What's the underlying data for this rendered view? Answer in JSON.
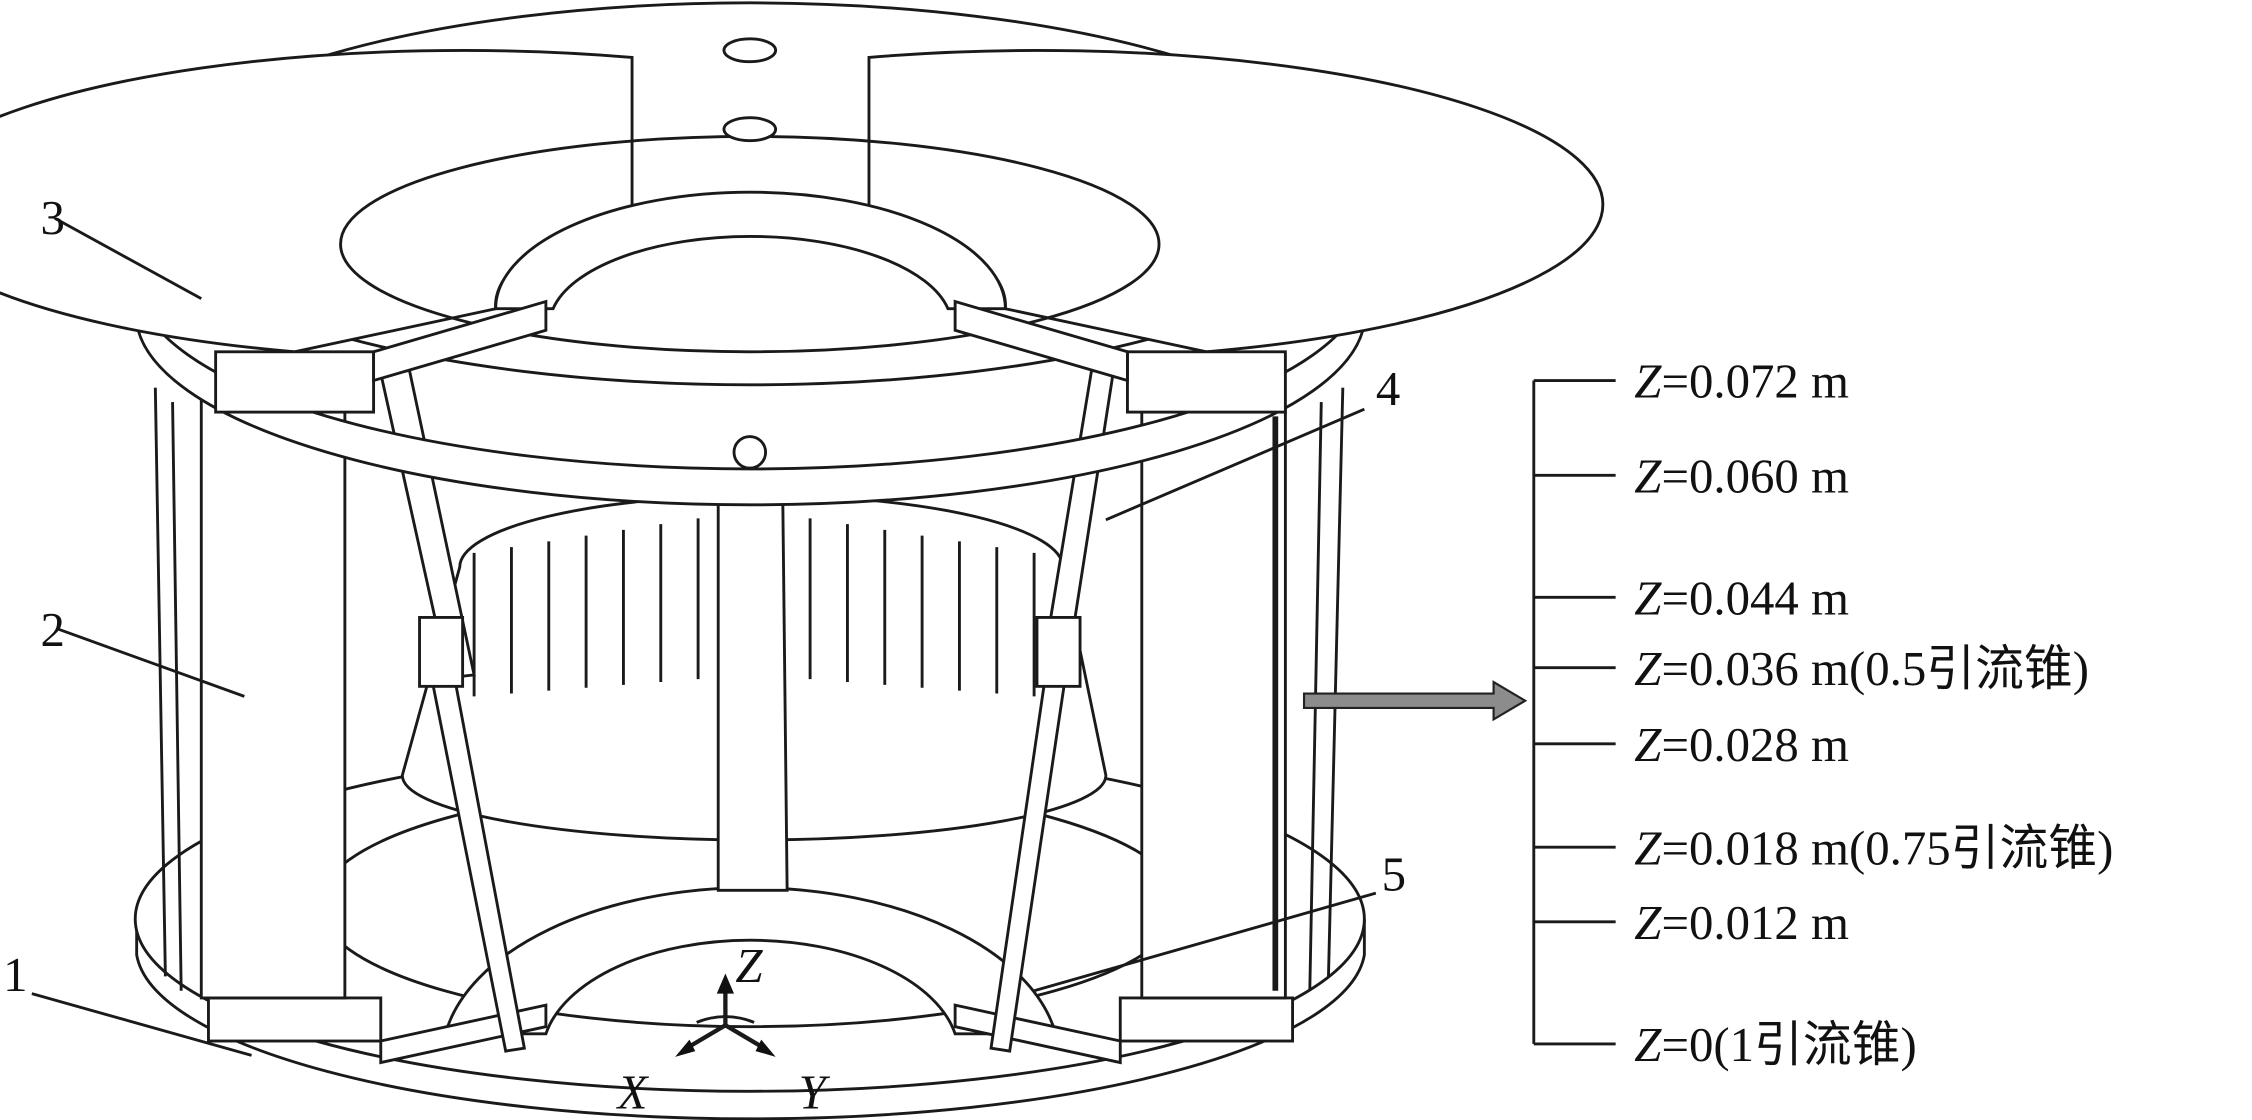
{
  "part_labels": [
    "1",
    "2",
    "3",
    "4",
    "5"
  ],
  "axes": {
    "z": "Z",
    "x": "X",
    "y": "Y"
  },
  "z_levels": [
    {
      "var": "Z",
      "text": "=0.072 m"
    },
    {
      "var": "Z",
      "text": "=0.060 m"
    },
    {
      "var": "Z",
      "text": "=0.044 m"
    },
    {
      "var": "Z",
      "text": "=0.036 m(0.5引流锥)"
    },
    {
      "var": "Z",
      "text": "=0.028 m"
    },
    {
      "var": "Z",
      "text": "=0.018 m(0.75引流锥)"
    },
    {
      "var": "Z",
      "text": "=0.012 m"
    },
    {
      "var": "Z",
      "text": "=0(1引流锥)"
    }
  ],
  "colors": {
    "line": "#1a1a1a",
    "arrow_fill": "#8c8c8c"
  }
}
